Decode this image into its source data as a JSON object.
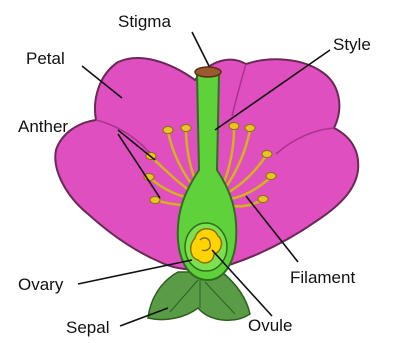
{
  "labels": {
    "stigma": "Stigma",
    "style": "Style",
    "petal": "Petal",
    "anther": "Anther",
    "ovary": "Ovary",
    "filament": "Filament",
    "sepal": "Sepal",
    "ovule": "Ovule"
  },
  "colors": {
    "petal": "#e04fc0",
    "petal_outline": "#6a2a55",
    "pistil": "#5fd13a",
    "pistil_outline": "#2f6e1e",
    "stamen": "#d4b21c",
    "ovule": "#ffd400",
    "sepal": "#5a9c45",
    "stigma": "#9b5a2e",
    "label": "#111111"
  }
}
